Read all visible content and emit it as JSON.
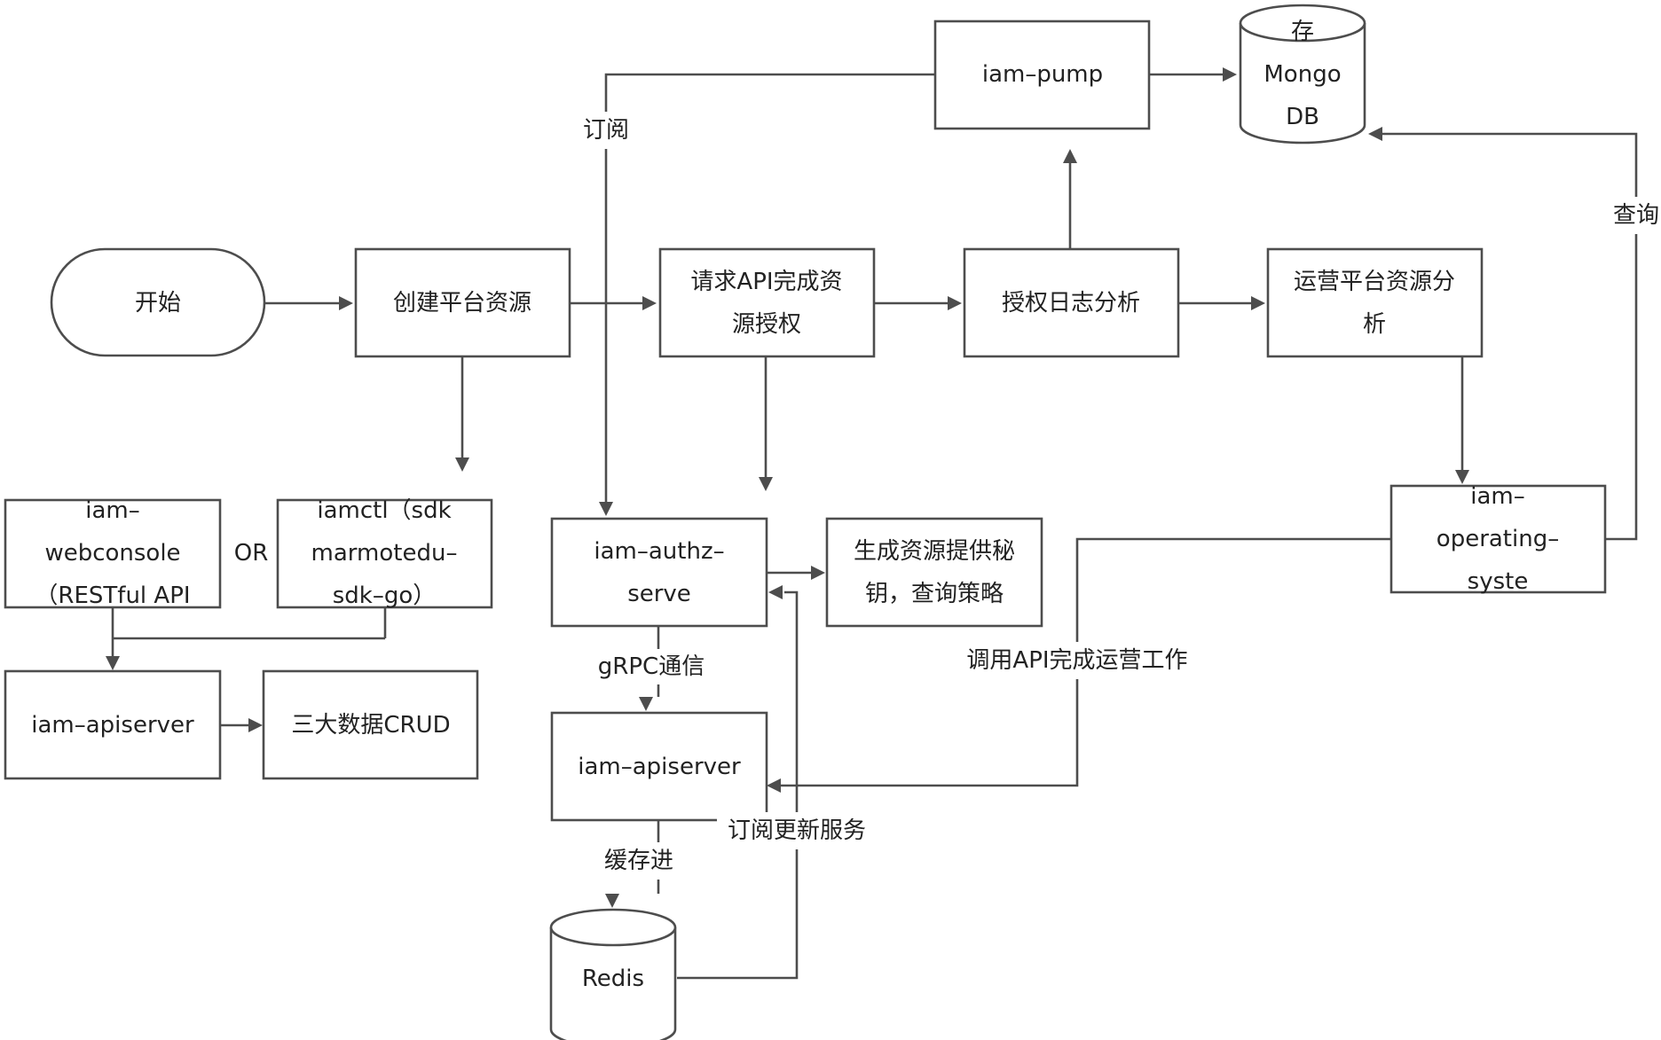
{
  "nodes": {
    "start": "开始",
    "create_resource": "创建平台资源",
    "request_authz_l1": "请求API完成资",
    "request_authz_l2": "源授权",
    "authz_log_analysis": "授权日志分析",
    "ops_analysis_l1": "运营平台资源分",
    "ops_analysis_l2": "析",
    "iam_pump": "iam–pump",
    "mongo_l1": "存",
    "mongo_l2": "Mongo",
    "mongo_l3": "DB",
    "webconsole_l1": "iam–",
    "webconsole_l2": "webconsole",
    "webconsole_l3": "（RESTful API",
    "or_text": "OR",
    "iamctl_l1": "iamctl（sdk",
    "iamctl_l2": "marmotedu–",
    "iamctl_l3": "sdk–go）",
    "apiserver_left": "iam–apiserver",
    "crud": "三大数据CRUD",
    "authz_server_l1": "iam–authz–",
    "authz_server_l2": "serve",
    "gen_key_l1": "生成资源提供秘",
    "gen_key_l2": "钥，查询策略",
    "apiserver_mid": "iam–apiserver",
    "redis": "Redis",
    "operating_l1": "iam–",
    "operating_l2": "operating–",
    "operating_l3": "syste"
  },
  "edge_labels": {
    "subscribe": "订阅",
    "query": "查询",
    "grpc": "gRPC通信",
    "call_api": "调用API完成运营工作",
    "subscribe_update": "订阅更新服务",
    "cache_into": "缓存进"
  },
  "colors": {
    "stroke": "#4d4d4d",
    "text": "#222222",
    "background": "#ffffff"
  }
}
